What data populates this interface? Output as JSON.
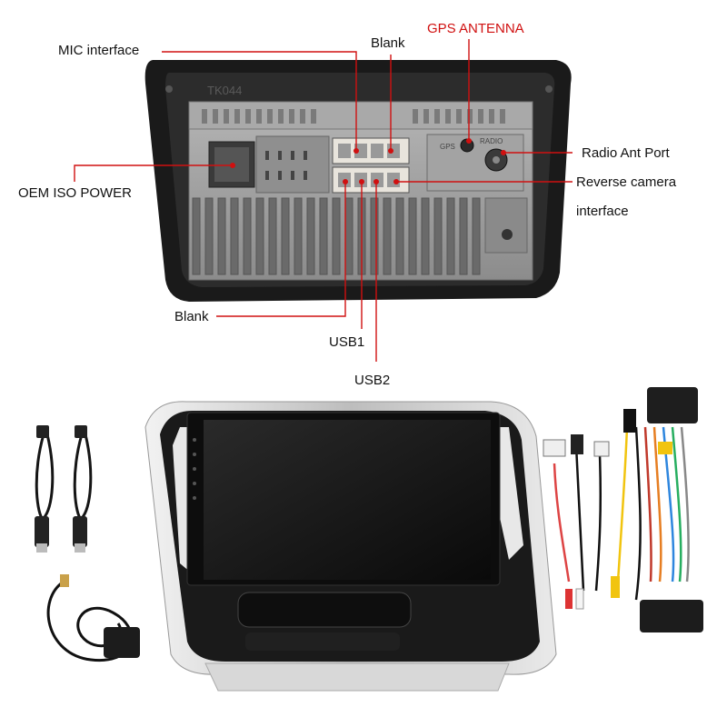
{
  "labels": {
    "mic_interface": "MIC interface",
    "blank_top": "Blank",
    "gps_antenna": "GPS ANTENNA",
    "radio_ant_port": "Radio Ant Port",
    "oem_iso_power": "OEM ISO POWER",
    "reverse_camera_line1": "Reverse camera",
    "reverse_camera_line2": "interface",
    "blank_bottom": "Blank",
    "usb1": "USB1",
    "usb2": "USB2"
  },
  "unit_markings": {
    "model": "TK044",
    "gps": "GPS",
    "radio": "RADIO"
  },
  "colors": {
    "callout_line": "#d01010",
    "label_text": "#111111",
    "gps_label": "#d01010",
    "bezel": "#1a1a1a",
    "panel": "#9a9a9a",
    "frame_silver": "#c8c8c8"
  }
}
